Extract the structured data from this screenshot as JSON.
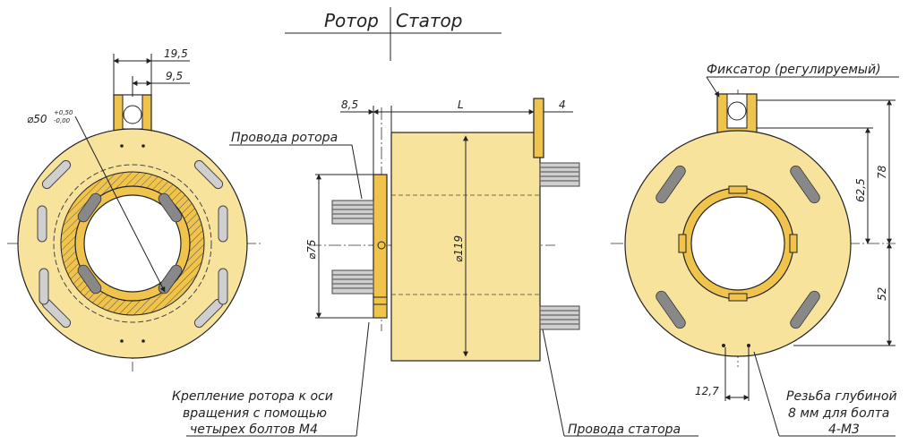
{
  "header": {
    "rotor": "Ротор",
    "stator": "Статор"
  },
  "dimensions": {
    "d195": "19,5",
    "d95": "9,5",
    "diam50_main": "⌀50",
    "diam50_tol_up": "+0,50",
    "diam50_tol_down": "-0,00",
    "d85": "8,5",
    "dL": "L",
    "d4": "4",
    "diam75": "⌀75",
    "diam119": "⌀119",
    "d625": "62,5",
    "d78": "78",
    "d52": "52",
    "d127": "12,7"
  },
  "labels": {
    "rotor_wires": "Провода ротора",
    "stator_wires": "Провода статора",
    "fixator": "Фиксатор (регулируемый)",
    "mount_line1": "Крепление ротора к оси",
    "mount_line2": "вращения с помощью",
    "mount_line3": "четырех болтов М4",
    "thread_line1": "Резьба глубиной",
    "thread_line2": "8 мм для болта",
    "thread_line3": "4-М3"
  },
  "colors": {
    "body": "#f8e39c",
    "flange": "#f0c44c",
    "ink": "#222222"
  }
}
